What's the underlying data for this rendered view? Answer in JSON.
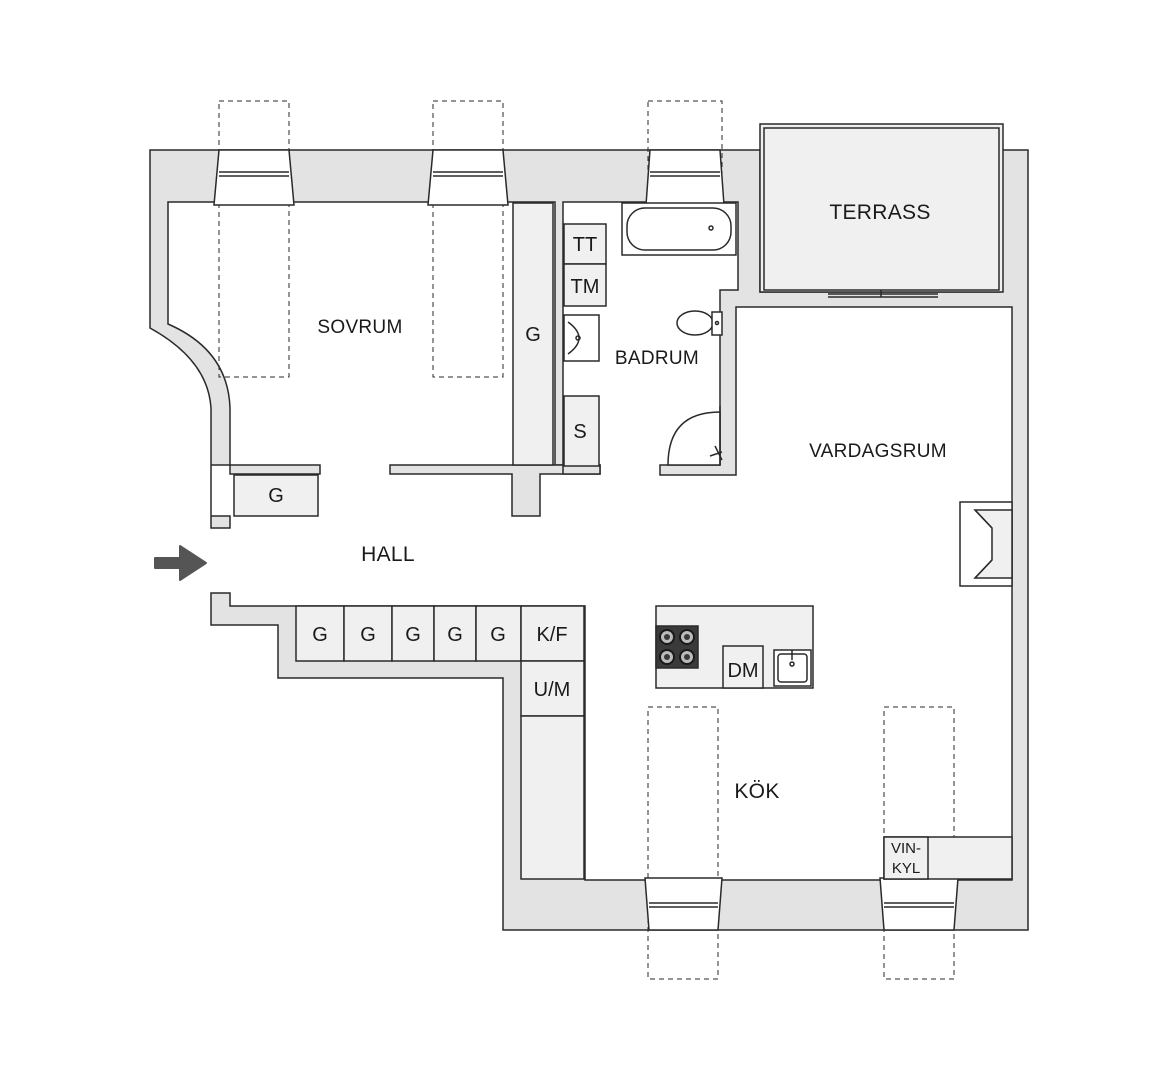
{
  "rooms": {
    "sovrum": "SOVRUM",
    "badrum": "BADRUM",
    "terrass": "TERRASS",
    "vardagsrum": "VARDAGSRUM",
    "hall": "HALL",
    "kok": "KÖK"
  },
  "fixtures": {
    "wardrobe": "G",
    "towel_dryer": "TT",
    "washing_machine": "TM",
    "storage": "S",
    "fridge_freezer": "K/F",
    "oven_microwave": "U/M",
    "dishwasher": "DM",
    "wine_cooler_line1": "VIN-",
    "wine_cooler_line2": "KYL"
  },
  "colors": {
    "wall": "#e3e3e3",
    "fixture": "#f0f0f0",
    "outline": "#2a2a2a",
    "entrance_arrow": "#555555"
  },
  "icons": {
    "entrance": "entrance-arrow-icon"
  }
}
